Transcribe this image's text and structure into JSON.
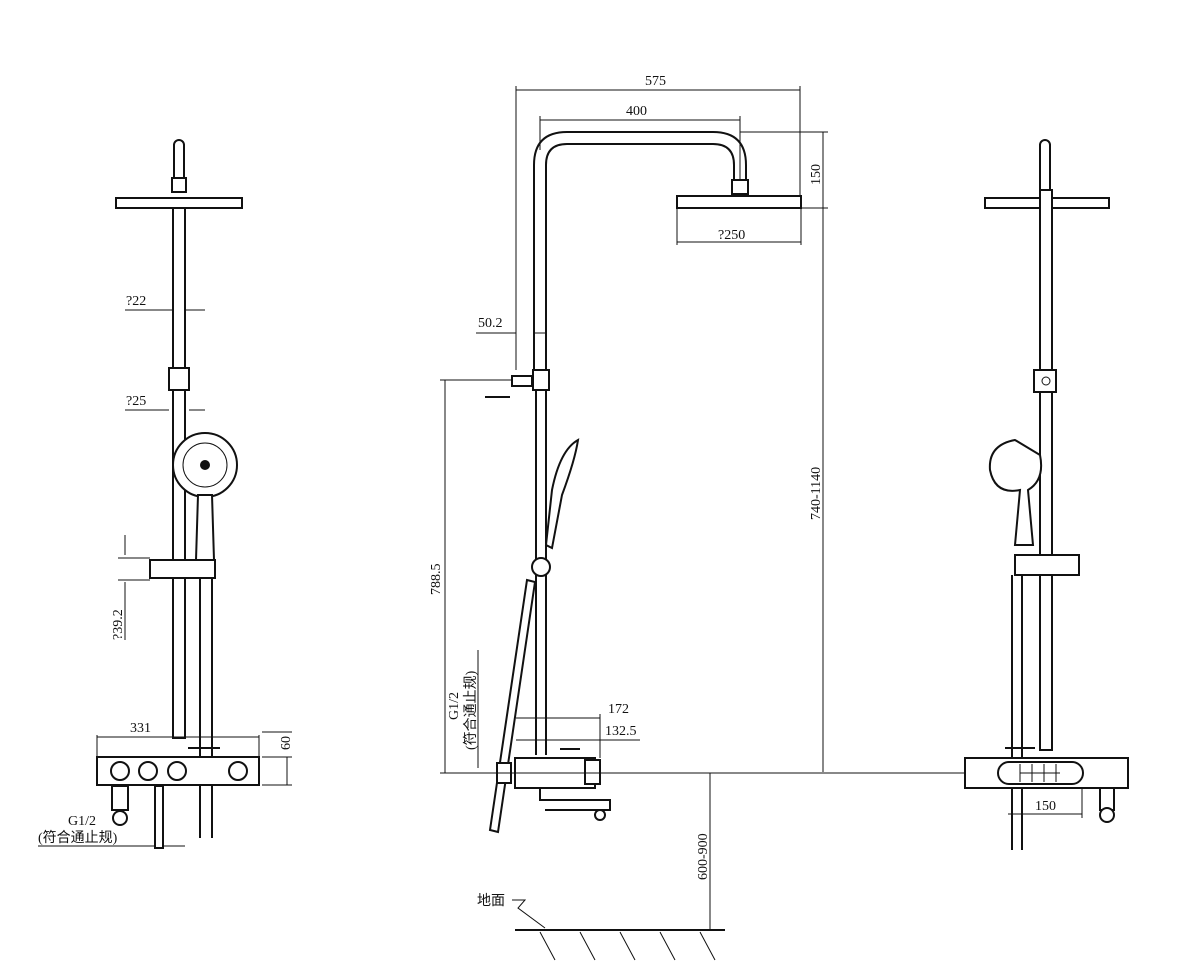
{
  "front_view": {
    "dim_rod_diameter": "?22",
    "dim_holder_diameter": "?25",
    "dim_slider_diameter": "?39.2",
    "dim_width": "331",
    "dim_height": "60",
    "inlet_label": "G1/2",
    "inlet_note": "(符合通止规)"
  },
  "side_view": {
    "dim_overall_reach": "575",
    "dim_arm_length": "400",
    "dim_head_drop": "150",
    "dim_head_diameter": "?250",
    "dim_wall_offset": "50.2",
    "dim_rod_height": "740-1140",
    "dim_bracket_height": "788.5",
    "inlet_label": "G1/2",
    "inlet_note": "(符合通止规)",
    "dim_mixer_depth": "172",
    "dim_mixer_body": "132.5",
    "dim_install_height": "600-900",
    "floor_label": "地面"
  },
  "back_view": {
    "dim_inlet_spacing": "150"
  }
}
